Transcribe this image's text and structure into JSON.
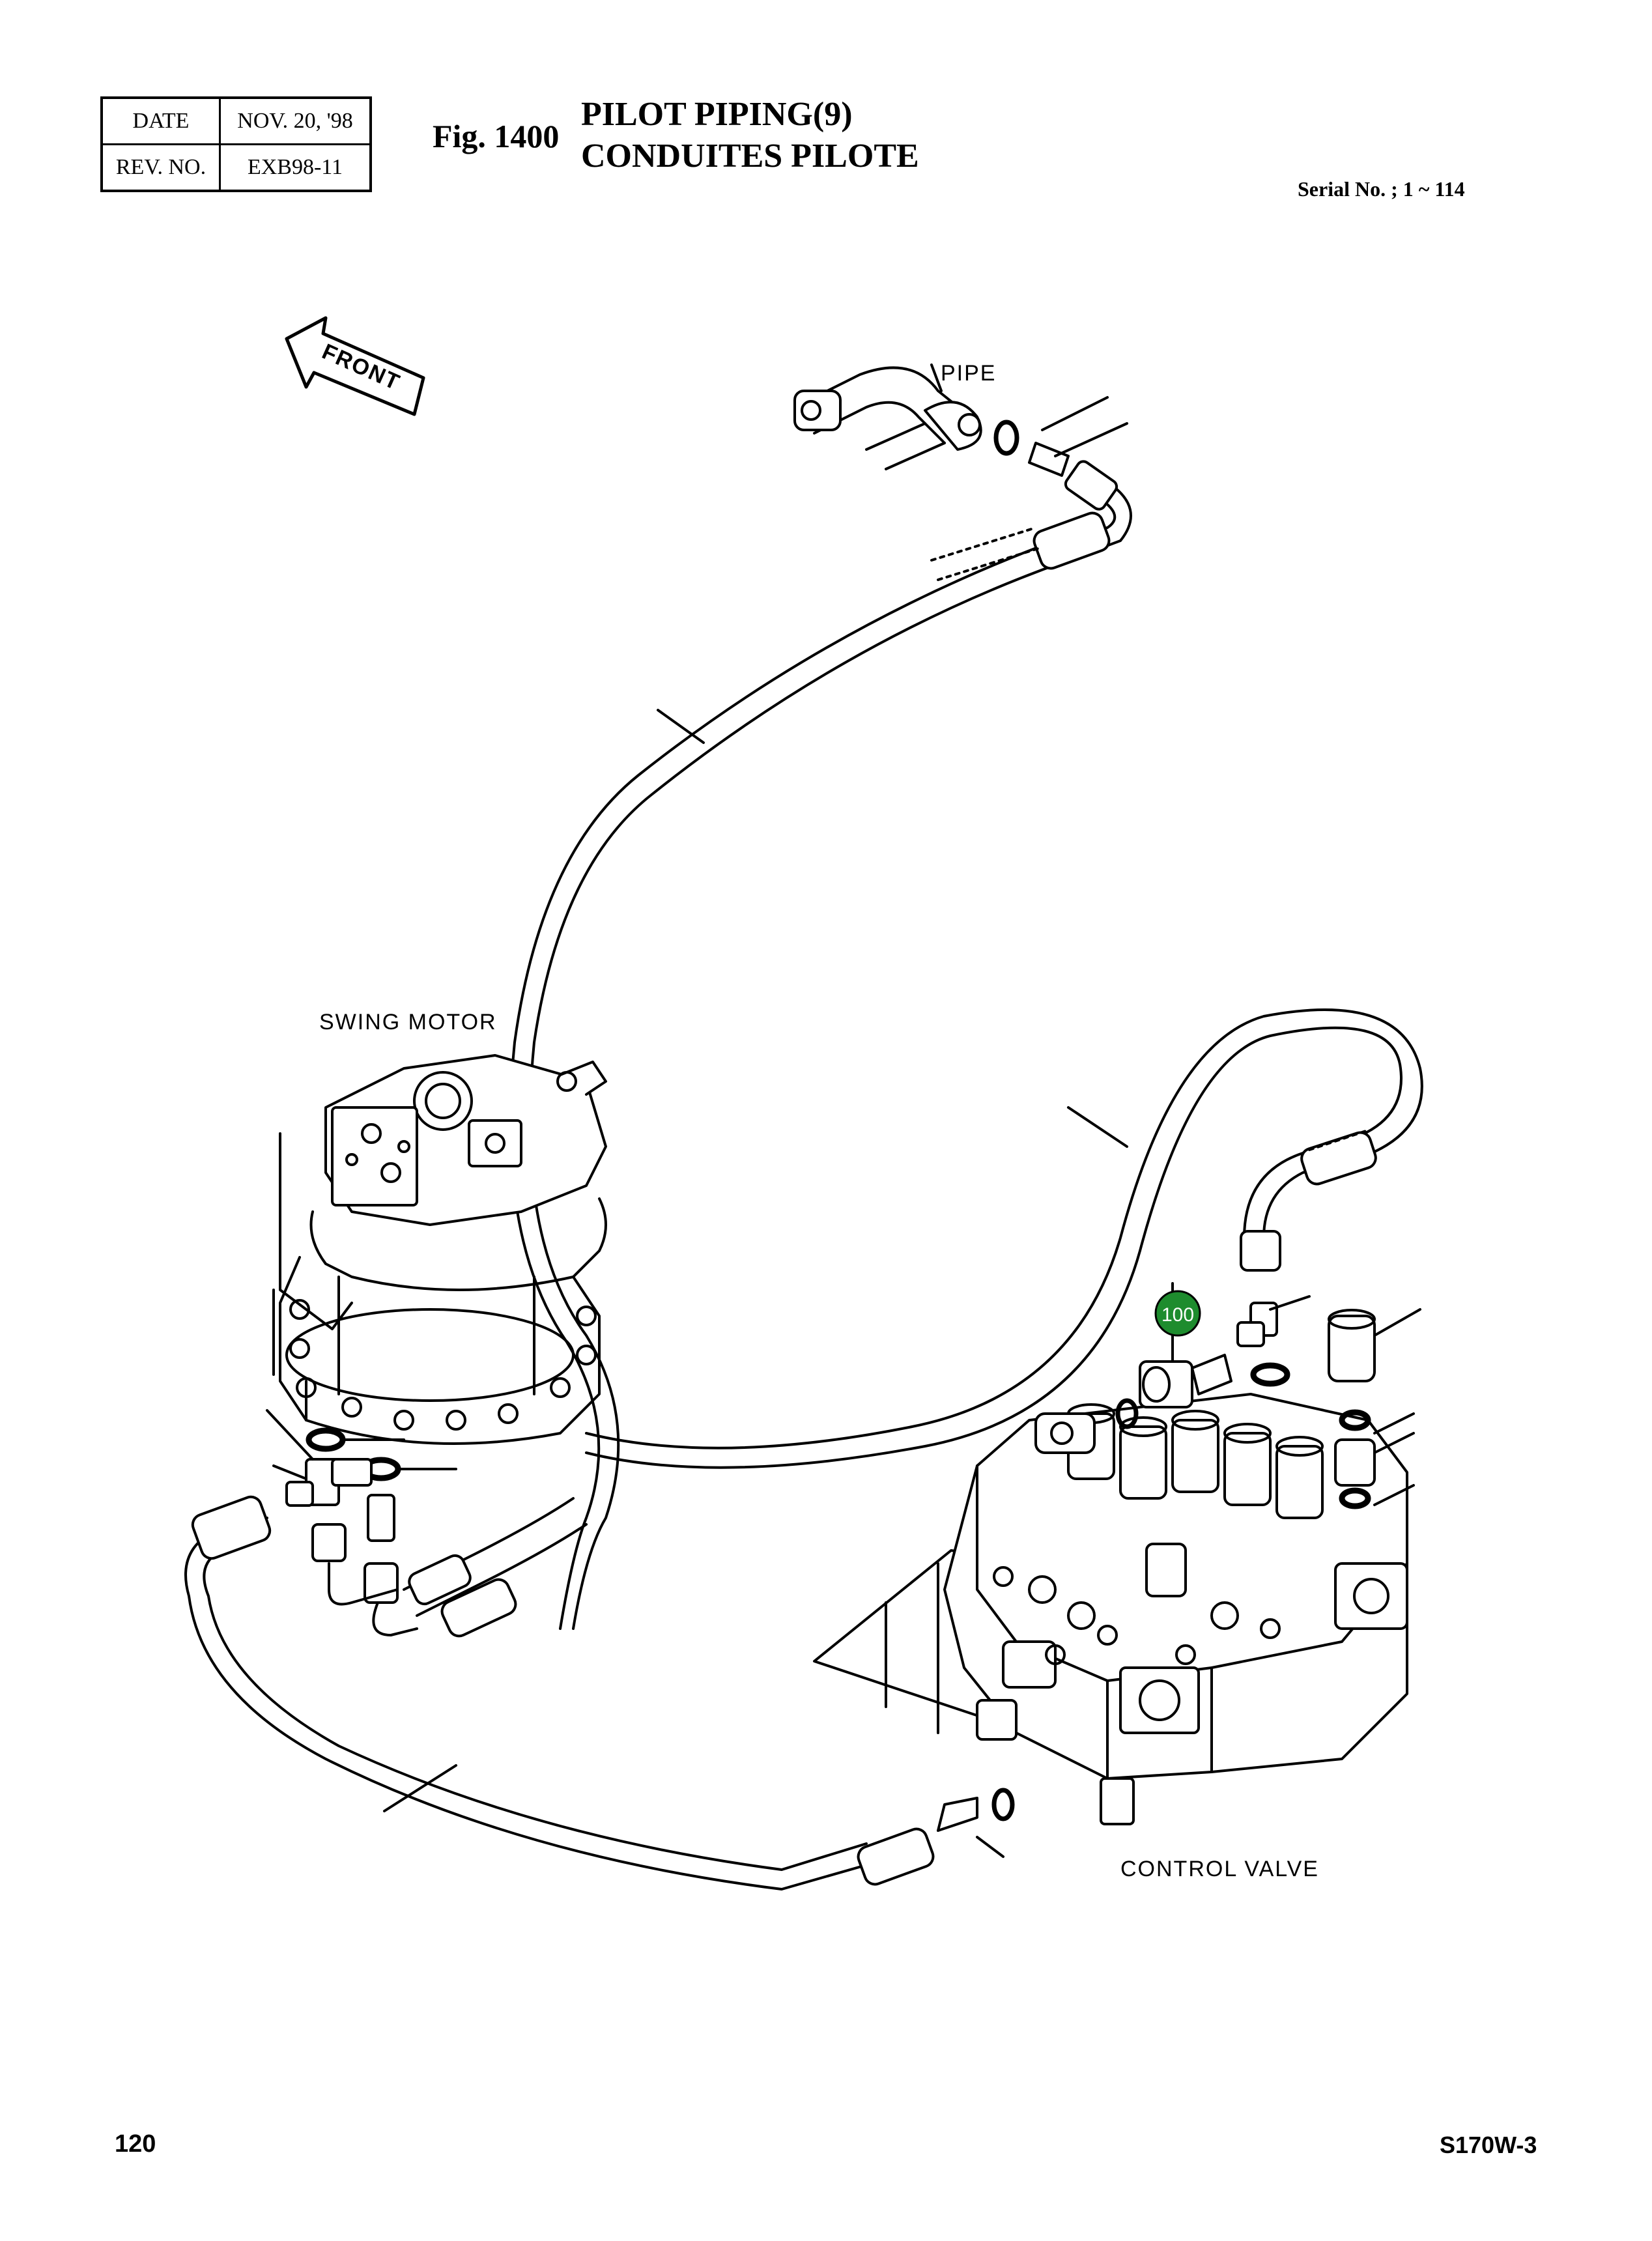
{
  "header": {
    "date_label": "DATE",
    "date_value": "NOV. 20, '98",
    "rev_label": "REV. NO.",
    "rev_value": "EXB98-11"
  },
  "figure": {
    "number": "Fig. 1400",
    "title_en": "PILOT PIPING(9)",
    "title_fr": "CONDUITES PILOTE",
    "serial": "Serial No. ; 1 ~ 114"
  },
  "labels": {
    "front": "FRONT",
    "pipe": "PIPE",
    "swing_motor": "SWING MOTOR",
    "control_valve": "CONTROL VALVE",
    "callout_100": "100"
  },
  "colors": {
    "callout": "#1e8c2e"
  },
  "footer": {
    "page": "120",
    "model": "S170W-3"
  }
}
